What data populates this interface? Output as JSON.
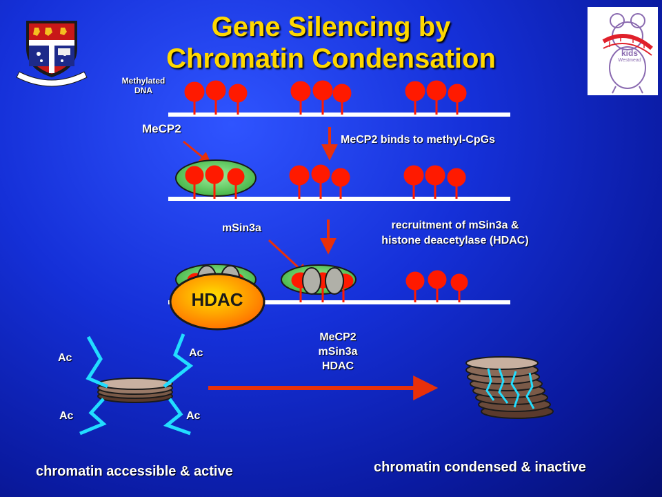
{
  "title": {
    "line1": "Gene Silencing by",
    "line2": "Chromatin Condensation"
  },
  "labels": {
    "methylated_dna_1": "Methylated",
    "methylated_dna_2": "DNA",
    "mecp2": "MeCP2",
    "step1": "MeCP2 binds to methyl-CpGs",
    "msin3a": "mSin3a",
    "step2_line1": "recruitment of mSin3a &",
    "step2_line2": "histone deacetylase (HDAC)",
    "hdac": "HDAC",
    "complex": [
      "MeCP2",
      "mSin3a",
      "HDAC"
    ],
    "ac": [
      "Ac",
      "Ac",
      "Ac",
      "Ac"
    ],
    "accessible": "chromatin accessible & active",
    "condensed": "chromatin condensed & inactive"
  },
  "logo_right": {
    "text": "kids",
    "subtext": "Westmead"
  },
  "colors": {
    "title": "#ffd800",
    "methyl_pin": "#ff1a00",
    "mecp2": "#5fd35f",
    "arrow": "#e8300a",
    "acetyl": "#22ddff",
    "hdac_fill": "#ff9a00"
  }
}
